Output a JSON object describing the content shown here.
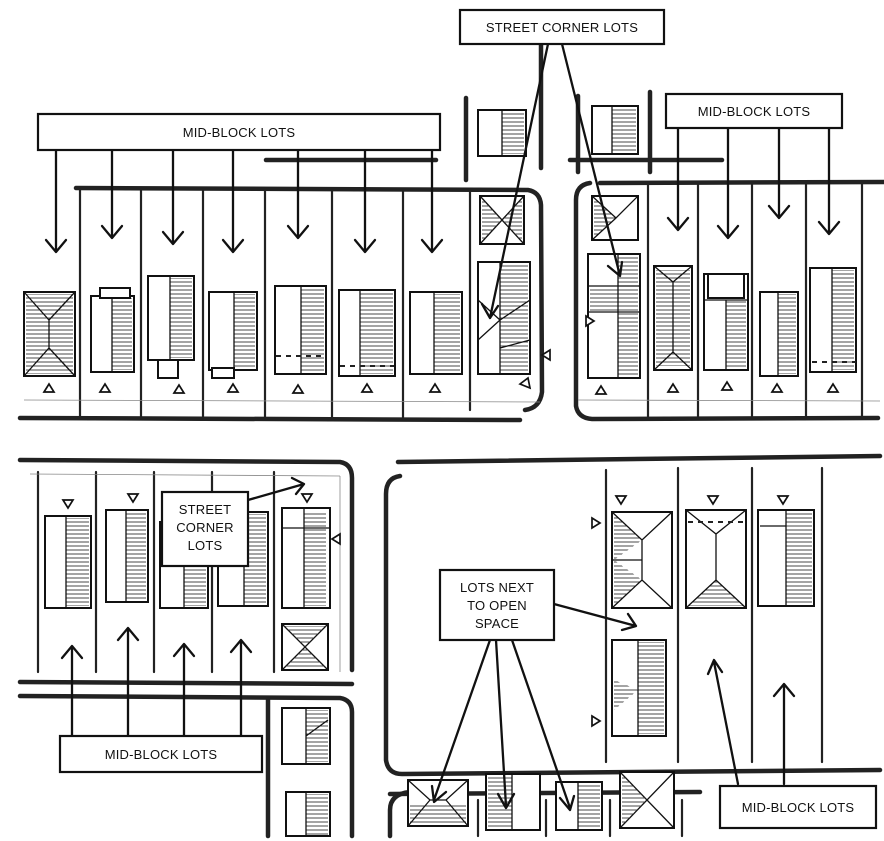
{
  "labels": {
    "street_corner_top": "STREET CORNER LOTS",
    "mid_block_top_left": "MID-BLOCK LOTS",
    "mid_block_top_right": "MID-BLOCK LOTS",
    "street_corner_middle": [
      "STREET",
      "CORNER",
      "LOTS"
    ],
    "open_space": [
      "LOTS NEXT",
      "TO OPEN",
      "SPACE"
    ],
    "mid_block_bottom_left": "MID-BLOCK LOTS",
    "mid_block_bottom_right": "MID-BLOCK LOTS"
  }
}
